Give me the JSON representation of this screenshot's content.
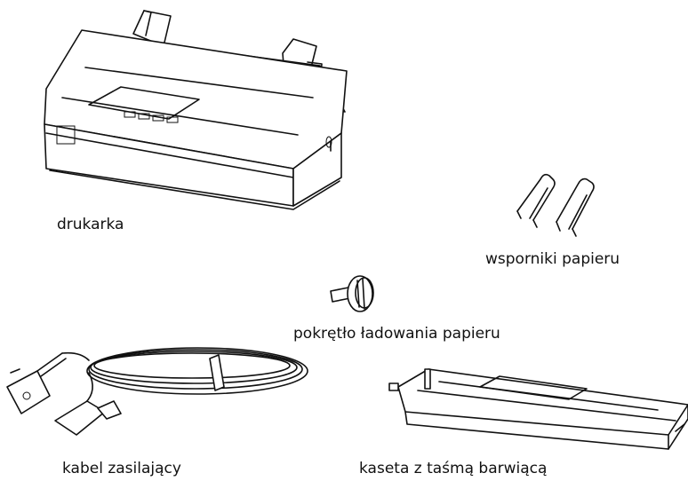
{
  "items": {
    "printer": {
      "label": "drukarka",
      "icon": "printer-icon"
    },
    "paper_supports": {
      "label": "wsporniki papieru",
      "icon": "paper-support-icon"
    },
    "paper_knob": {
      "label": "pokrętło ładowania papieru",
      "icon": "knob-icon"
    },
    "power_cable": {
      "label": "kabel zasilający",
      "icon": "power-cable-icon"
    },
    "ribbon_cartridge": {
      "label": "kaseta z taśmą barwiącą",
      "icon": "ribbon-cartridge-icon"
    }
  }
}
